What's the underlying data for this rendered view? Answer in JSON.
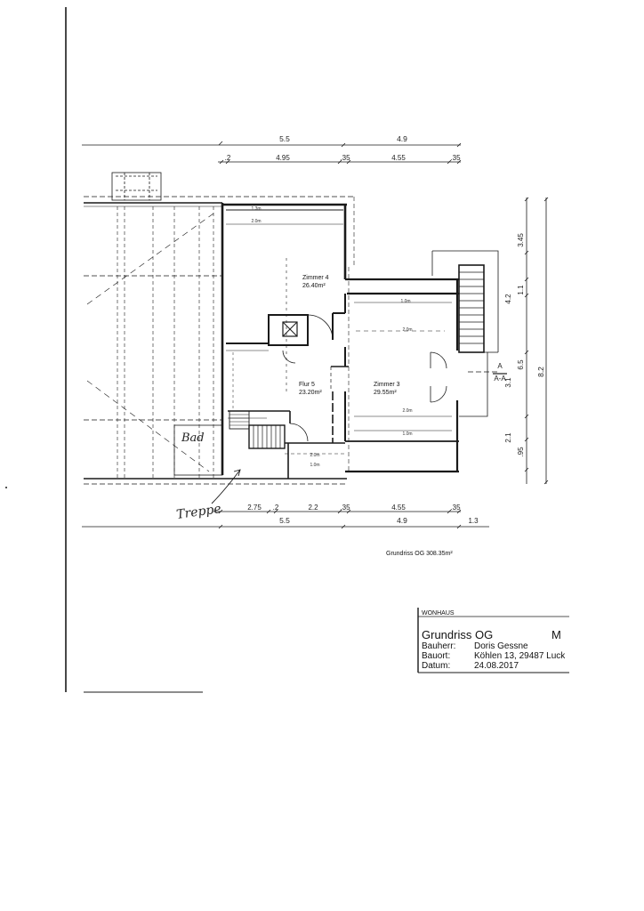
{
  "dimensions_top": {
    "outer": [
      "5.5",
      "4.9"
    ],
    "inner": [
      ".2",
      "4.95",
      ".35",
      "4.55",
      ".35"
    ]
  },
  "dimensions_bottom": {
    "inner": [
      "2.75",
      ".2",
      "2.2",
      ".35",
      "4.55",
      ".35"
    ],
    "outer": [
      "5.5",
      "4.9",
      "1.3"
    ]
  },
  "dimensions_right": {
    "inner": [
      "3.45",
      "4.2",
      "1.1",
      "3.1",
      "6.5",
      "2.1",
      ".95"
    ],
    "outer": [
      "8.2"
    ]
  },
  "section_marker": {
    "letter": "A",
    "label": "A-A"
  },
  "rooms": [
    {
      "name": "Zimmer 4",
      "area": "26.40m²"
    },
    {
      "name": "Flur 5",
      "area": "23.20m²"
    },
    {
      "name": "Zimmer 3",
      "area": "29.55m²"
    }
  ],
  "small_dims": [
    "1.3m",
    "2.0m",
    "1.0m",
    "2.0m",
    "2.0m",
    "1.0m",
    "2.0m",
    "1.0m"
  ],
  "handwritten": {
    "bath": "Bad",
    "stairs": "Treppe"
  },
  "caption": "Grundriss OG 308.35m²",
  "title_block": {
    "header": "WONHAUS",
    "title": "Grundriss OG",
    "title_suffix": "M",
    "rows": [
      {
        "label": "Bauherr:",
        "value": "Doris Gessne"
      },
      {
        "label": "Bauort:",
        "value": "Köhlen 13, 29487 Luck"
      },
      {
        "label": "Datum:",
        "value": "24.08.2017"
      }
    ]
  },
  "colors": {
    "ink": "#1a1a1a",
    "paper": "#ffffff"
  }
}
